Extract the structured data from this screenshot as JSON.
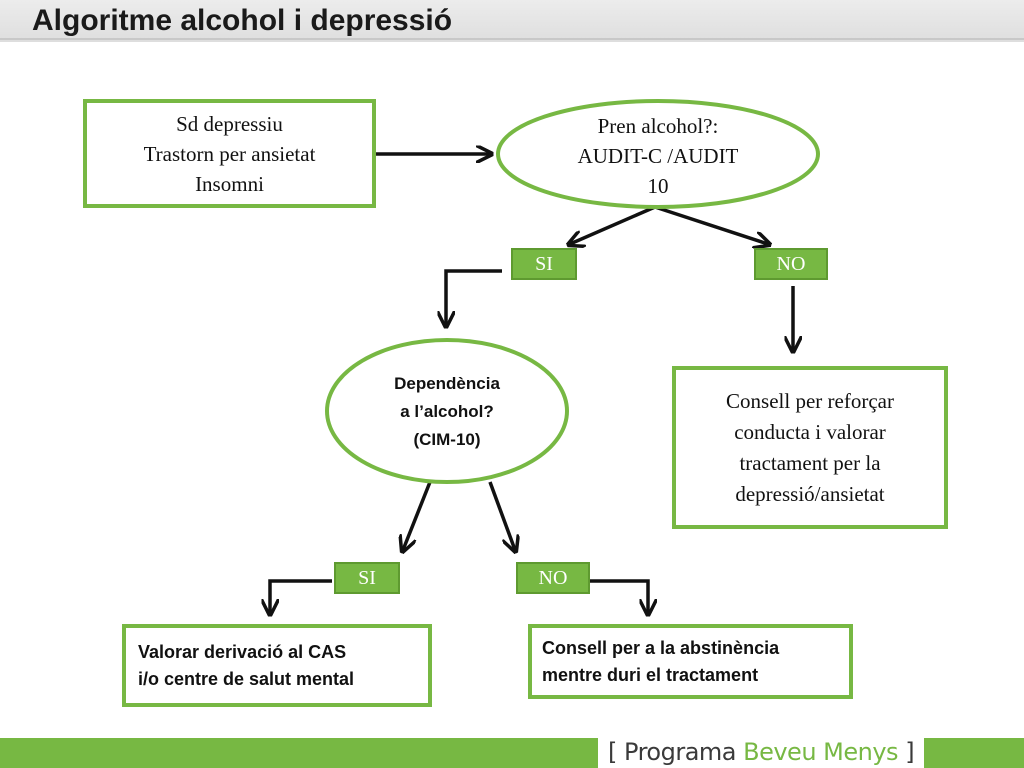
{
  "title": "Algoritme alcohol i depressió",
  "nodes": {
    "start": "Sd depressiu\nTrastorn per ansietat\nInsomni",
    "question_alcohol": "Pren alcohol?:\nAUDIT-C /AUDIT\n10",
    "si_1": "SI",
    "no_1": "NO",
    "question_dependence": "Dependència\na l’alcohol?\n(CIM-10)",
    "advice_reinforce": "Consell per reforçar\nconducta i valorar\ntractament per la\ndepressió/ansietat",
    "si_2": "SI",
    "no_2": "NO",
    "referral": "Valorar derivació al CAS\ni/o centre de salut mental",
    "abstinence": "Consell per a la abstinència\nmentre duri el tractament"
  },
  "footer": {
    "open_bracket": "[",
    "program": "Programa",
    "brand": "Beveu Menys",
    "close_bracket": "]"
  },
  "colors": {
    "accent_green": "#77b843",
    "arrow": "#111111"
  }
}
